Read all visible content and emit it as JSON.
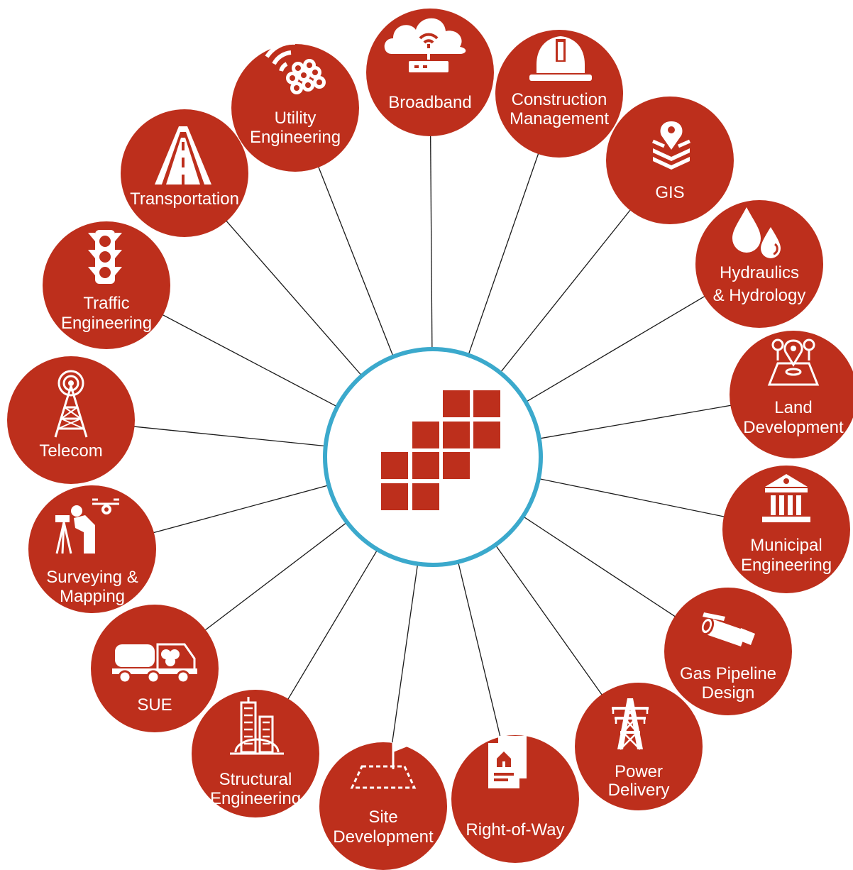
{
  "colors": {
    "node": "#bd2f1c",
    "hub_ring": "#3ba9cc",
    "logo": "#bd2f1c",
    "spoke": "#1a1a1a",
    "icon": "#ffffff"
  },
  "hub": {
    "logo_icon": "stair-blocks-logo"
  },
  "services": [
    {
      "id": "broadband",
      "icon": "cloud-router-icon",
      "lines": [
        "Broadband"
      ]
    },
    {
      "id": "construction-management",
      "icon": "hard-hat-icon",
      "lines": [
        "Construction",
        "Management"
      ]
    },
    {
      "id": "gis",
      "icon": "map-layers-icon",
      "lines": [
        "GIS"
      ]
    },
    {
      "id": "hydraulics-hydrology",
      "icon": "water-drops-icon",
      "lines": [
        "Hydraulics",
        "& Hydrology"
      ]
    },
    {
      "id": "land-development",
      "icon": "land-map-pin-icon",
      "lines": [
        "Land",
        "Development"
      ]
    },
    {
      "id": "municipal-engineering",
      "icon": "government-building-icon",
      "lines": [
        "Municipal",
        "Engineering"
      ]
    },
    {
      "id": "gas-pipeline-design",
      "icon": "pipe-icon",
      "lines": [
        "Gas Pipeline",
        "Design"
      ]
    },
    {
      "id": "power-delivery",
      "icon": "transmission-tower-icon",
      "lines": [
        "Power",
        "Delivery"
      ]
    },
    {
      "id": "right-of-way",
      "icon": "property-document-icon",
      "lines": [
        "Right-of-Way"
      ]
    },
    {
      "id": "site-development",
      "icon": "site-flag-icon",
      "lines": [
        "Site",
        "Development"
      ]
    },
    {
      "id": "structural-engineering",
      "icon": "buildings-icon",
      "lines": [
        "Structural",
        "Engineering"
      ]
    },
    {
      "id": "sue",
      "icon": "vacuum-truck-icon",
      "lines": [
        "SUE"
      ]
    },
    {
      "id": "surveying-mapping",
      "icon": "surveyor-drone-icon",
      "lines": [
        "Surveying &",
        "Mapping"
      ]
    },
    {
      "id": "telecom",
      "icon": "radio-tower-icon",
      "lines": [
        "Telecom"
      ]
    },
    {
      "id": "traffic-engineering",
      "icon": "traffic-light-icon",
      "lines": [
        "Traffic",
        "Engineering"
      ]
    },
    {
      "id": "transportation",
      "icon": "road-icon",
      "lines": [
        "Transportation"
      ]
    },
    {
      "id": "utility-engineering",
      "icon": "wifi-pipes-icon",
      "lines": [
        "Utility",
        "Engineering"
      ]
    }
  ]
}
